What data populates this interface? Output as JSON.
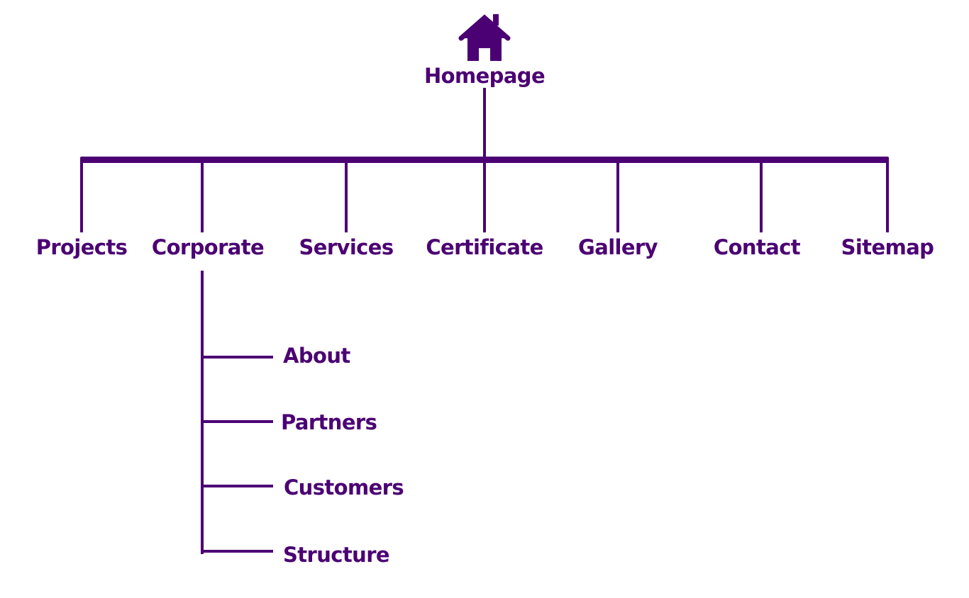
{
  "colors": {
    "accent": "#4b0073",
    "background": "#ffffff"
  },
  "root": {
    "icon": "home-icon",
    "label": "Homepage"
  },
  "sections": [
    {
      "label": "Projects"
    },
    {
      "label": "Corporate"
    },
    {
      "label": "Services"
    },
    {
      "label": "Certificate"
    },
    {
      "label": "Gallery"
    },
    {
      "label": "Contact"
    },
    {
      "label": "Sitemap"
    }
  ],
  "corporate_children": [
    {
      "label": "About"
    },
    {
      "label": "Partners"
    },
    {
      "label": "Customers"
    },
    {
      "label": "Structure"
    }
  ]
}
